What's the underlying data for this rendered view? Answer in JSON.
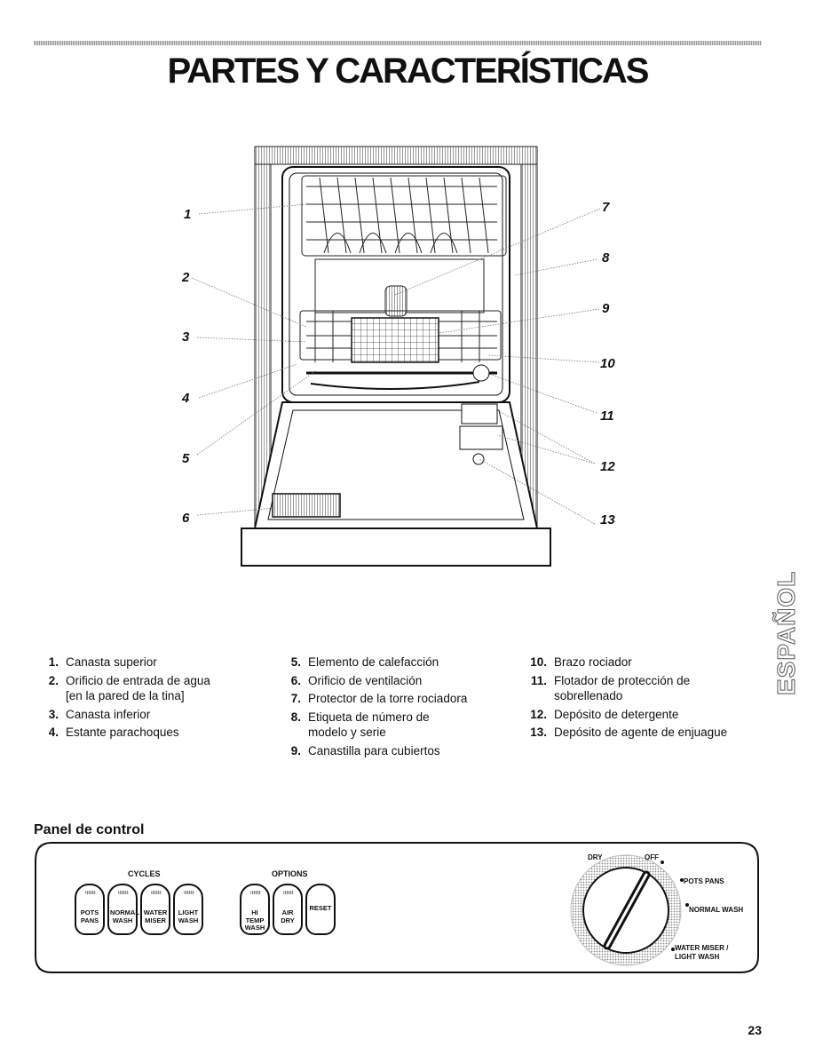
{
  "title": "PARTES Y CARACTERÍSTICAS",
  "callouts": [
    "1",
    "2",
    "3",
    "4",
    "5",
    "6",
    "7",
    "8",
    "9",
    "10",
    "11",
    "12",
    "13"
  ],
  "parts": {
    "col1": [
      {
        "num": "1.",
        "text": "Canasta superior"
      },
      {
        "num": "2.",
        "text": "Orificio de entrada de agua\n[en la pared de la tina]"
      },
      {
        "num": "3.",
        "text": "Canasta inferior"
      },
      {
        "num": "4.",
        "text": "Estante parachoques"
      }
    ],
    "col2": [
      {
        "num": "5.",
        "text": "Elemento de calefacción"
      },
      {
        "num": "6.",
        "text": "Orificio de ventilación"
      },
      {
        "num": "7.",
        "text": "Protector de la torre rociadora"
      },
      {
        "num": "8.",
        "text": "Etiqueta de número de\nmodelo y serie"
      },
      {
        "num": "9.",
        "text": "Canastilla para cubiertos"
      }
    ],
    "col3": [
      {
        "num": "10.",
        "text": "Brazo rociador"
      },
      {
        "num": "11.",
        "text": "Flotador de protección de\nsobrellenado"
      },
      {
        "num": "12.",
        "text": "Depósito de detergente"
      },
      {
        "num": "13.",
        "text": "Depósito de agente de enjuague"
      }
    ]
  },
  "side_tab": "ESPAÑOL",
  "panel": {
    "heading": "Panel de control",
    "cycles_label": "CYCLES",
    "options_label": "OPTIONS",
    "cycles": [
      "POTS\nPANS",
      "NORMAL\nWASH",
      "WATER\nMISER",
      "LIGHT\nWASH"
    ],
    "options": [
      "HI TEMP\nWASH",
      "AIR\nDRY",
      "RESET"
    ],
    "dial": {
      "dry": "DRY",
      "off": "OFF",
      "pots_pans": "POTS PANS",
      "normal_wash": "NORMAL WASH",
      "water_miser": "WATER MISER /\nLIGHT WASH"
    }
  },
  "page_number": "23"
}
